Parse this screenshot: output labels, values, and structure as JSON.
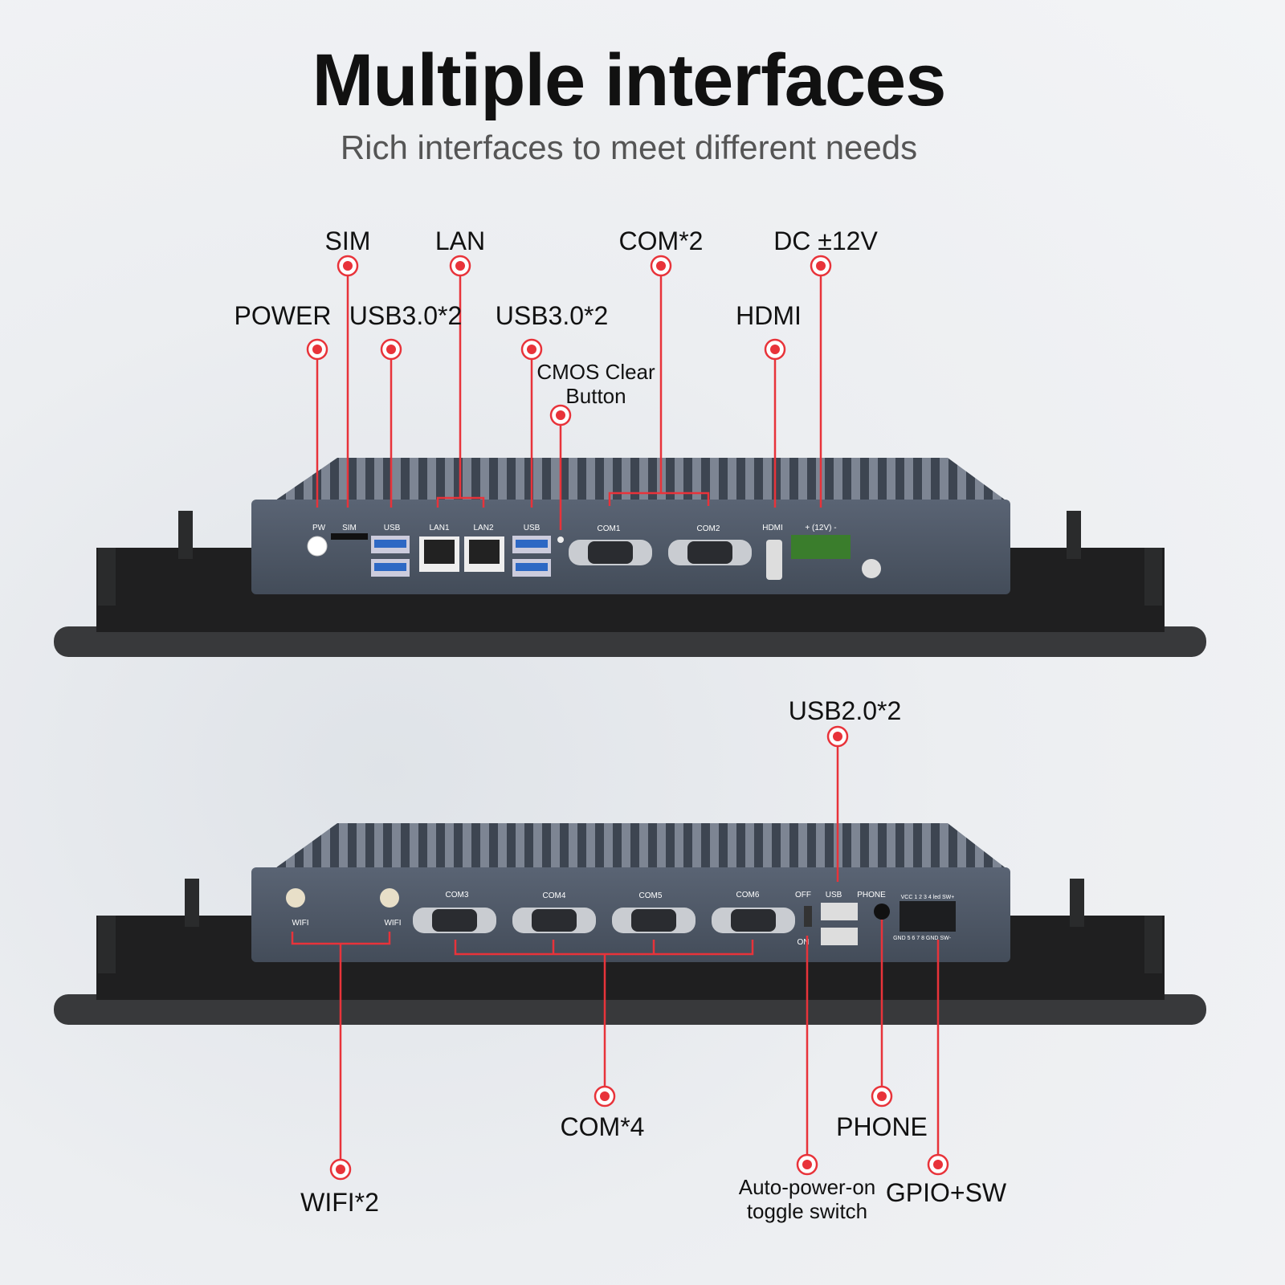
{
  "title": "Multiple interfaces",
  "subtitle": "Rich interfaces to meet different needs",
  "callouts_top": {
    "sim": "SIM",
    "lan": "LAN",
    "com2": "COM*2",
    "dc": "DC ±12V",
    "power": "POWER",
    "usb_a": "USB3.0*2",
    "usb_b": "USB3.0*2",
    "hdmi": "HDMI",
    "cmos_line1": "CMOS Clear",
    "cmos_line2": "Button"
  },
  "callouts_bottom": {
    "usb2": "USB2.0*2",
    "wifi": "WIFI*2",
    "com4": "COM*4",
    "phone": "PHONE",
    "auto_line1": "Auto-power-on",
    "auto_line2": "toggle switch",
    "gpio": "GPIO+SW"
  },
  "ports_top": {
    "pw": "PW",
    "sim": "SIM",
    "usb1": "USB",
    "lan1": "LAN1",
    "lan2": "LAN2",
    "usb2": "USB",
    "com1": "COM1",
    "com2": "COM2",
    "hdmi": "HDMI",
    "dc": "+ (12V) -"
  },
  "ports_bottom": {
    "wifi1": "WIFI",
    "wifi2": "WIFI",
    "com3": "COM3",
    "com4": "COM4",
    "com5": "COM5",
    "com6": "COM6",
    "off": "OFF",
    "on": "ON",
    "usb": "USB",
    "phone": "PHONE",
    "gpio_top": "VCC 1 2 3 4 led SW+",
    "gpio_bottom": "GND 5 6 7 8 GND SW-"
  },
  "colors": {
    "accent": "#e8333a",
    "chassis": "#4f5968",
    "panel": "#2a2a2b"
  }
}
